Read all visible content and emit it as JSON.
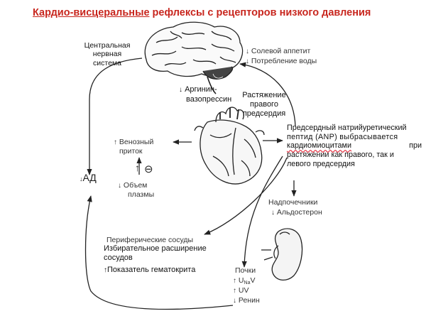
{
  "title": {
    "part1": "Кардио-висцеральные",
    "part2": " рефлексы с рецепторов низкого давления"
  },
  "cns": {
    "line1": "Центральная",
    "line2": "нервная",
    "line3": "система"
  },
  "salt": {
    "arrow": "↓",
    "text": "Солевой аппетит"
  },
  "water": {
    "arrow": "↓",
    "text": "Потребление воды"
  },
  "avp": {
    "arrow": "↓",
    "line1": "Аргинин-",
    "line2": "вазопрессин"
  },
  "stretch": {
    "line1": "Растяжение",
    "line2": "правого",
    "line3": "предсердия"
  },
  "venous": {
    "arrow": "↑",
    "line1": "Венозный",
    "line2": "приток"
  },
  "feedback": {
    "arrow": "↑",
    "sign": "⊖"
  },
  "plasma": {
    "arrow": "↓",
    "line1": "Объем",
    "line2": "плазмы"
  },
  "bp": {
    "arrow": "↓",
    "text": "АД"
  },
  "anp": {
    "line1": "Предсердный натрийуретический",
    "line2a": "пептид (ANP) выбрасывается",
    "line3": "кардиомиоцитами",
    "line3b": "при",
    "line4": "растяжении как правого, так и",
    "line5": "левого предсердия"
  },
  "adrenal": {
    "title": "Надпочечники",
    "arrow": "↓",
    "text": "Альдостерон"
  },
  "vessels": {
    "title": "Периферические сосуды",
    "line1": "Избирательное расширение",
    "line2": "сосудов",
    "hct_arrow": "↑",
    "hct": "Показатель гематокрита"
  },
  "kidney": {
    "title": "Почки",
    "una_arrow": "↑",
    "una_u": "U",
    "una_sub": "Na",
    "una_v": "V",
    "uv_arrow": "↑",
    "uv": "UV",
    "renin_arrow": "↓",
    "renin": "Ренин"
  }
}
